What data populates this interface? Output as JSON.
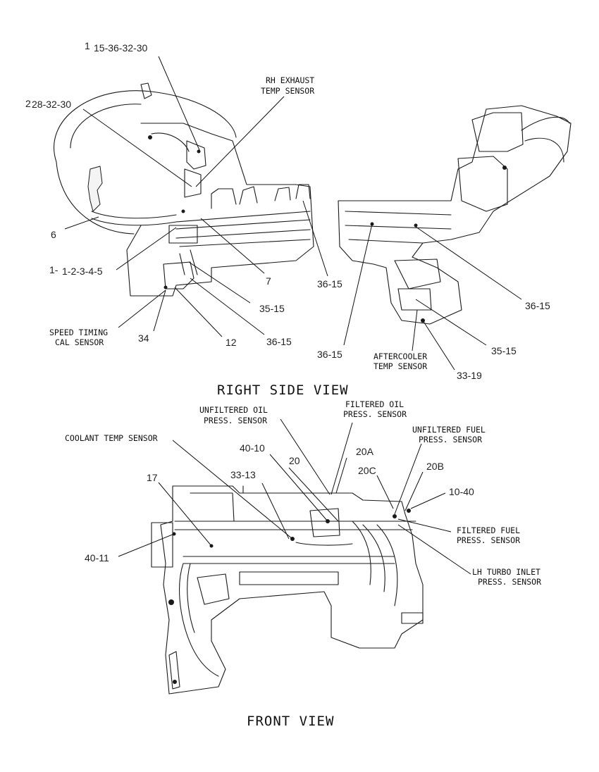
{
  "views": {
    "right_side": {
      "title": "RIGHT SIDE VIEW"
    },
    "front": {
      "title": "FRONT VIEW"
    }
  },
  "callouts": {
    "c_15_36_32_30": {
      "prefix": "1",
      "text": "15-36-32-30"
    },
    "c_28_32_30": {
      "prefix": "2",
      "text": "28-32-30"
    },
    "rh_exhaust": {
      "line1": "RH EXHAUST",
      "line2": "TEMP SENSOR"
    },
    "c_6": {
      "text": "6"
    },
    "c_1_2_3_4_5": {
      "prefix": "1-",
      "text": "1-2-3-4-5"
    },
    "c_7": {
      "text": "7"
    },
    "c_36_15_a": {
      "text": "36-15"
    },
    "c_35_15_a": {
      "text": "35-15"
    },
    "speed_timing": {
      "line1": "SPEED TIMING",
      "line2": "CAL SENSOR"
    },
    "c_34": {
      "text": "34"
    },
    "c_12": {
      "text": "12"
    },
    "c_36_15_b": {
      "text": "36-15"
    },
    "c_36_15_c": {
      "text": "36-15"
    },
    "c_35_15_b": {
      "text": "35-15"
    },
    "c_36_15_d": {
      "text": "36-15"
    },
    "aftercooler": {
      "line1": "AFTERCOOLER",
      "line2": "TEMP SENSOR"
    },
    "c_33_19": {
      "text": "33-19"
    },
    "unfiltered_oil": {
      "line1": "UNFILTERED OIL",
      "line2": "PRESS. SENSOR"
    },
    "filtered_oil": {
      "line1": "FILTERED OIL",
      "line2": "PRESS. SENSOR"
    },
    "unfiltered_fuel": {
      "line1": "UNFILTERED FUEL",
      "line2": "PRESS. SENSOR"
    },
    "coolant_temp": {
      "text": "COOLANT TEMP SENSOR"
    },
    "c_40_10": {
      "text": "40-10"
    },
    "c_20": {
      "text": "20"
    },
    "c_20a": {
      "text": "20A"
    },
    "c_20c": {
      "text": "20C"
    },
    "c_20b": {
      "text": "20B"
    },
    "c_17": {
      "text": "17"
    },
    "c_33_13": {
      "text": "33-13"
    },
    "c_10_40": {
      "text": "10-40"
    },
    "filtered_fuel": {
      "line1": "FILTERED FUEL",
      "line2": "PRESS. SENSOR"
    },
    "lh_turbo": {
      "line1": "LH TURBO INLET",
      "line2": "PRESS. SENSOR"
    },
    "c_40_11": {
      "text": "40-11"
    }
  }
}
